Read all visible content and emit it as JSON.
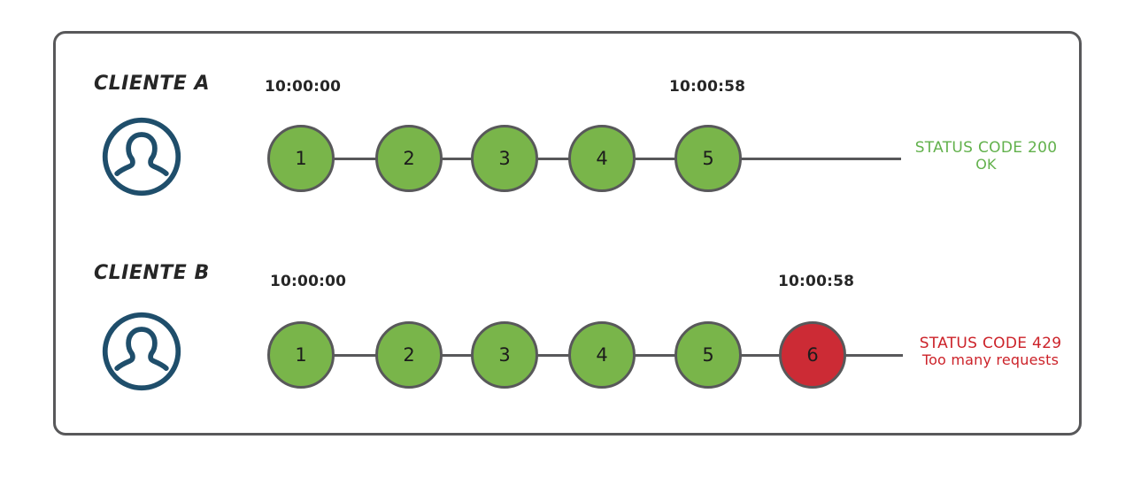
{
  "frame": {
    "border_color": "#58585a",
    "background": "#ffffff"
  },
  "palette": {
    "green_node": "#79b54a",
    "red_node": "#cc2b35",
    "node_border": "#58585a",
    "avatar": "#1f4e6b",
    "status_ok": "#62b14c",
    "status_error": "#cc2229",
    "text": "#262626"
  },
  "rows": [
    {
      "id": "client-a",
      "label": "CLIENTE A",
      "avatar_icon": "user-avatar-icon",
      "start_time": "10:00:00",
      "end_time": "10:00:58",
      "nodes": [
        {
          "number": "1",
          "state": "ok"
        },
        {
          "number": "2",
          "state": "ok"
        },
        {
          "number": "3",
          "state": "ok"
        },
        {
          "number": "4",
          "state": "ok"
        },
        {
          "number": "5",
          "state": "ok"
        }
      ],
      "status": {
        "line1": "STATUS CODE 200",
        "line2": "OK",
        "kind": "ok"
      }
    },
    {
      "id": "client-b",
      "label": "CLIENTE B",
      "avatar_icon": "user-avatar-icon",
      "start_time": "10:00:00",
      "end_time": "10:00:58",
      "nodes": [
        {
          "number": "1",
          "state": "ok"
        },
        {
          "number": "2",
          "state": "ok"
        },
        {
          "number": "3",
          "state": "ok"
        },
        {
          "number": "4",
          "state": "ok"
        },
        {
          "number": "5",
          "state": "ok"
        },
        {
          "number": "6",
          "state": "error"
        }
      ],
      "status": {
        "line1": "STATUS CODE 429",
        "line2": "Too many requests",
        "kind": "error"
      }
    }
  ]
}
